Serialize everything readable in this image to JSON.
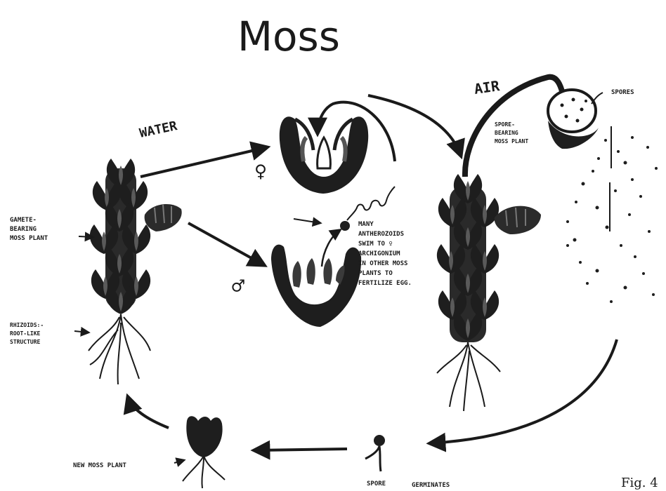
{
  "title": "Moss",
  "labels": {
    "water": "WATER",
    "air": "AIR",
    "spores": "SPORES",
    "spore_bearing": [
      "SPORE-",
      "BEARING",
      "MOSS PLANT"
    ],
    "gamete_bearing": [
      "GAMETE-",
      "BEARING",
      "MOSS PLANT"
    ],
    "rhizoids": [
      "RHIZOIDS:-",
      "ROOT-LIKE",
      "STRUCTURE"
    ],
    "antherozoids": [
      "MANY",
      "ANTHEROZOIDS",
      "SWIM TO ♀",
      "ARCHIGONIUM",
      "IN OTHER MOSS",
      "PLANTS TO",
      "FERTILIZE EGG."
    ],
    "new_moss_plant": "NEW MOSS PLANT",
    "spore": "SPORE",
    "germinates": "GERMINATES",
    "female_symbol": "♀",
    "male_symbol": "♂",
    "fig": "Fig. 4"
  },
  "colors": {
    "ink": "#1a1a1a",
    "paper": "#ffffff"
  }
}
